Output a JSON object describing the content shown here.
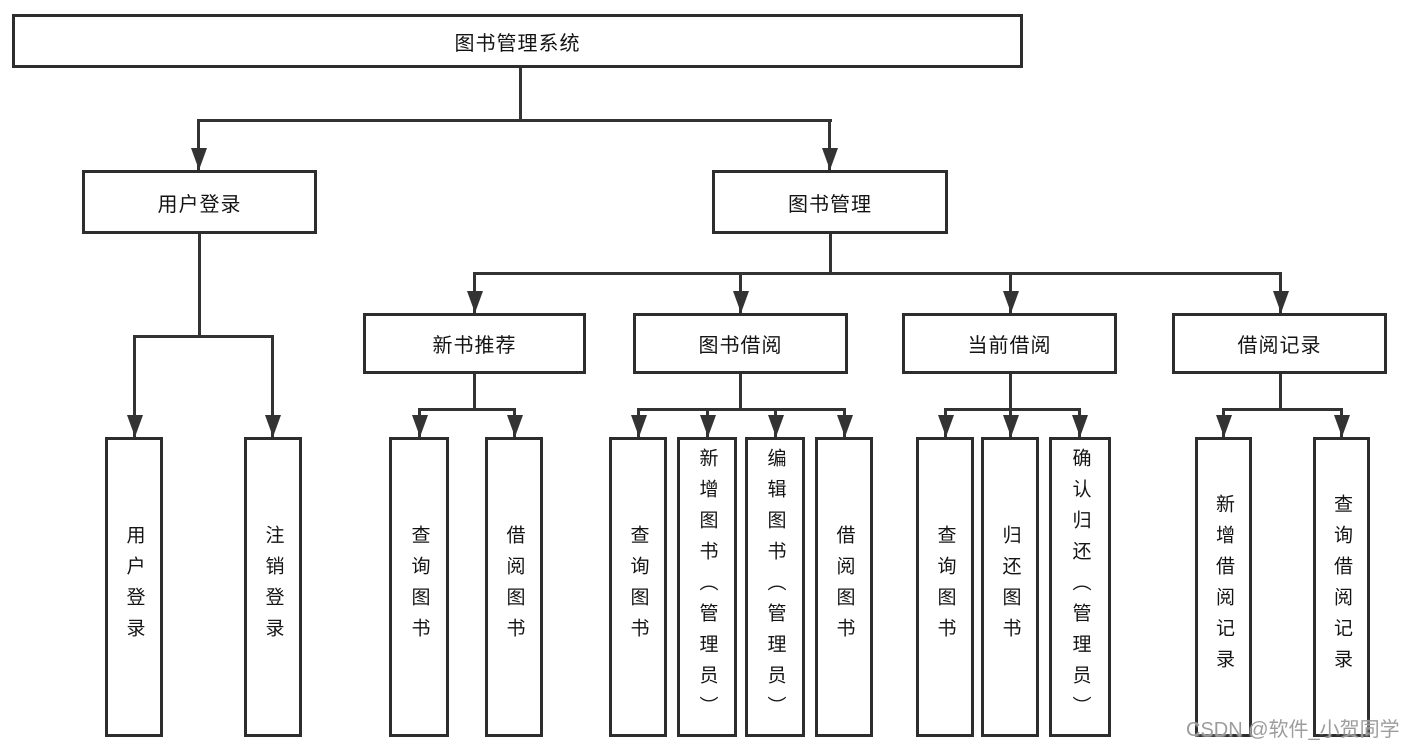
{
  "tree": {
    "root": {
      "label": "图书管理系统",
      "children": [
        {
          "label": "用户登录",
          "children": [
            {
              "label": "用户登录"
            },
            {
              "label": "注销登录"
            }
          ]
        },
        {
          "label": "图书管理",
          "children": [
            {
              "label": "新书推荐",
              "children": [
                {
                  "label": "查询图书"
                },
                {
                  "label": "借阅图书"
                }
              ]
            },
            {
              "label": "图书借阅",
              "children": [
                {
                  "label": "查询图书"
                },
                {
                  "label": "新增图书（管理员）"
                },
                {
                  "label": "编辑图书（管理员）"
                },
                {
                  "label": "借阅图书"
                }
              ]
            },
            {
              "label": "当前借阅",
              "children": [
                {
                  "label": "查询图书"
                },
                {
                  "label": "归还图书"
                },
                {
                  "label": "确认归还（管理员）"
                }
              ]
            },
            {
              "label": "借阅记录",
              "children": [
                {
                  "label": "新增借阅记录"
                },
                {
                  "label": "查询借阅记录"
                }
              ]
            }
          ]
        }
      ]
    }
  },
  "watermark": {
    "text": "CSDN @软件_小贺同学",
    "color": "#9d9d9d"
  },
  "colors": {
    "line": "#333333",
    "box_border": "#2d2d2d",
    "background": "#ffffff",
    "text": "#141414"
  }
}
